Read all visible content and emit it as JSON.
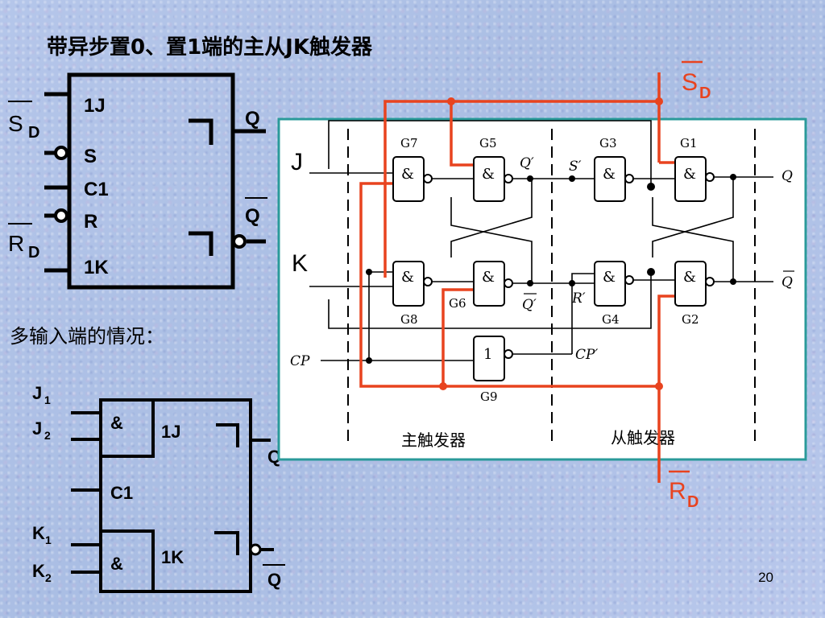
{
  "slide": {
    "title": "带异步置0、置1端的主从JK触发器",
    "subheading": "多输入端的情况：",
    "page_number": "20"
  },
  "symbol1": {
    "input_labels": [
      "1J",
      "S",
      "C1",
      "R",
      "1K"
    ],
    "output_q": "Q",
    "output_qbar": "Q",
    "sd_main": "S",
    "sd_sub": "D",
    "rd_main": "R",
    "rd_sub": "D"
  },
  "symbol2": {
    "j1_main": "J",
    "j1_sub": "1",
    "j2_main": "J",
    "j2_sub": "2",
    "k1_main": "K",
    "k1_sub": "1",
    "k2_main": "K",
    "k2_sub": "2",
    "and_label": "&",
    "internal_labels": [
      "1J",
      "C1",
      "1K"
    ],
    "output_q": "Q",
    "output_qbar": "Q"
  },
  "circuit": {
    "sd_main": "S",
    "sd_sub": "D",
    "rd_main": "R",
    "rd_sub": "D",
    "j_input": "J",
    "k_input": "K",
    "gate_symbol_and": "&",
    "gate_symbol_not": "1",
    "gate_labels": [
      "G7",
      "G5",
      "G3",
      "G1",
      "G8",
      "G6",
      "G4",
      "G2",
      "G9"
    ],
    "node_labels": [
      "Q′",
      "S′",
      "Q′",
      "R′",
      "Q",
      "Q",
      "CP",
      "CP′"
    ],
    "section_master": "主触发器",
    "section_slave": "从触发器",
    "red_line_color": "#e8431f"
  }
}
